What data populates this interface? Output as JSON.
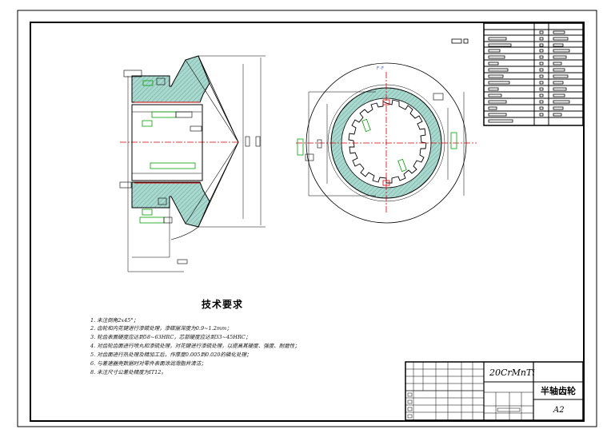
{
  "drawing": {
    "section_label": "F-F",
    "notes_title": "技术要求",
    "notes": [
      "1. 未注倒角2x45°；",
      "2. 齿轮和内花键进行渗碳处理，渗碳层深度为0.9~1.2mm；",
      "3. 轮齿表面硬度应达到58~63HRC，芯部硬度应达到33~45HRC；",
      "4. 对齿轮齿面进行喷丸和渗硫处理，对花键进行渗硫处理，以提高其硬度、强度、耐磨性；",
      "5. 对齿面进行热处理及精加工后，作厚度0.005到0.020的磷化处理；",
      "6. 与差速器壳数据时对零件表面涂润滑脂并清洁；",
      "8. 未注尺寸公差处精度为IT12。"
    ]
  },
  "title_block": {
    "material": "20CrMnTi",
    "part_name": "半轴齿轮",
    "sheet_size": "A2"
  },
  "colors": {
    "outline": "#000000",
    "accent_green": "#00a000",
    "accent_red": "#d40000",
    "accent_blue": "#2233ff",
    "accent_magenta": "#c000c0",
    "section_fill": "#9fd0c8"
  }
}
